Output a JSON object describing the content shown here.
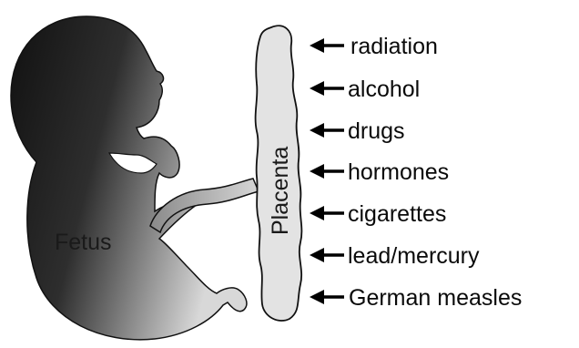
{
  "fetus_label": "Fetus",
  "placenta_label": "Placenta",
  "agents": [
    {
      "name": "radiation"
    },
    {
      "name": "alcohol"
    },
    {
      "name": "drugs"
    },
    {
      "name": "hormones"
    },
    {
      "name": "cigarettes"
    },
    {
      "name": "lead/mercury"
    },
    {
      "name": "German measles"
    }
  ],
  "colors": {
    "fetus_dark": "#1b1b1b",
    "fetus_light": "#cfcfcf",
    "placenta_fill": "#e2e2e2",
    "outline": "#111111",
    "arrow": "#000000"
  }
}
